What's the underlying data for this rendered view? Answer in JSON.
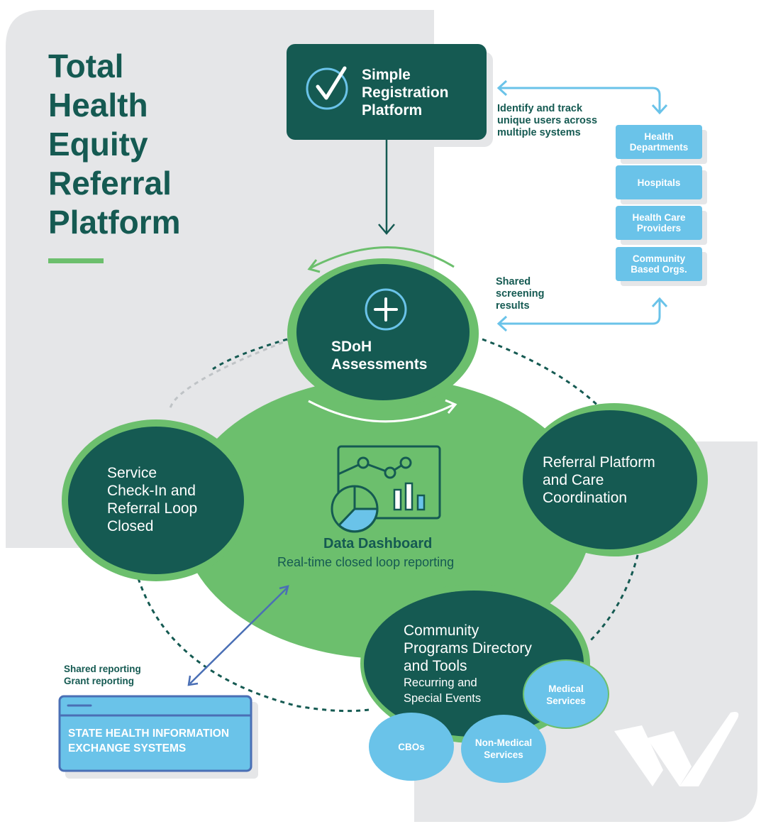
{
  "title_lines": [
    "Total",
    "Health",
    "Equity",
    "Referral",
    "Platform"
  ],
  "registration": {
    "lines": [
      "Simple",
      "Registration",
      "Platform"
    ],
    "icon": "check-circle-icon"
  },
  "identify_note": [
    "Identify and track",
    "unique users across",
    "multiple systems"
  ],
  "stakeholders": [
    [
      "Health",
      "Departments"
    ],
    [
      "Hospitals"
    ],
    [
      "Health Care",
      "Providers"
    ],
    [
      "Community",
      "Based Orgs."
    ]
  ],
  "screening_note": [
    "Shared",
    "screening",
    "results"
  ],
  "sdoh": {
    "lines": [
      "SDoH",
      "Assessments"
    ],
    "icon": "plus-circle-icon"
  },
  "service": {
    "lines": [
      "Service",
      "Check-In and",
      "Referral Loop",
      "Closed"
    ]
  },
  "referral": {
    "lines": [
      "Referral Platform",
      "and Care",
      "Coordination"
    ]
  },
  "dashboard": {
    "title": "Data Dashboard",
    "subtitle": "Real-time closed loop reporting",
    "icon": "dashboard-chart-icon"
  },
  "community": {
    "lines": [
      "Community",
      "Programs Directory",
      "and Tools"
    ],
    "sub_lines": [
      "Recurring and",
      "Special Events"
    ]
  },
  "bubbles": {
    "medical": [
      "Medical",
      "Services"
    ],
    "cbos": [
      "CBOs"
    ],
    "non_medical": [
      "Non-Medical",
      "Services"
    ]
  },
  "reporting_note": [
    "Shared reporting",
    "Grant reporting"
  ],
  "state_box": [
    "STATE HEALTH INFORMATION",
    "EXCHANGE SYSTEMS"
  ],
  "logo": "w-checkmark-logo",
  "colors": {
    "dark_green": "#155a52",
    "mid_green": "#6cbf6d",
    "light_blue": "#6ac3e9",
    "panel_gray": "#e5e6e8",
    "link_blue": "#4a6fb5"
  }
}
